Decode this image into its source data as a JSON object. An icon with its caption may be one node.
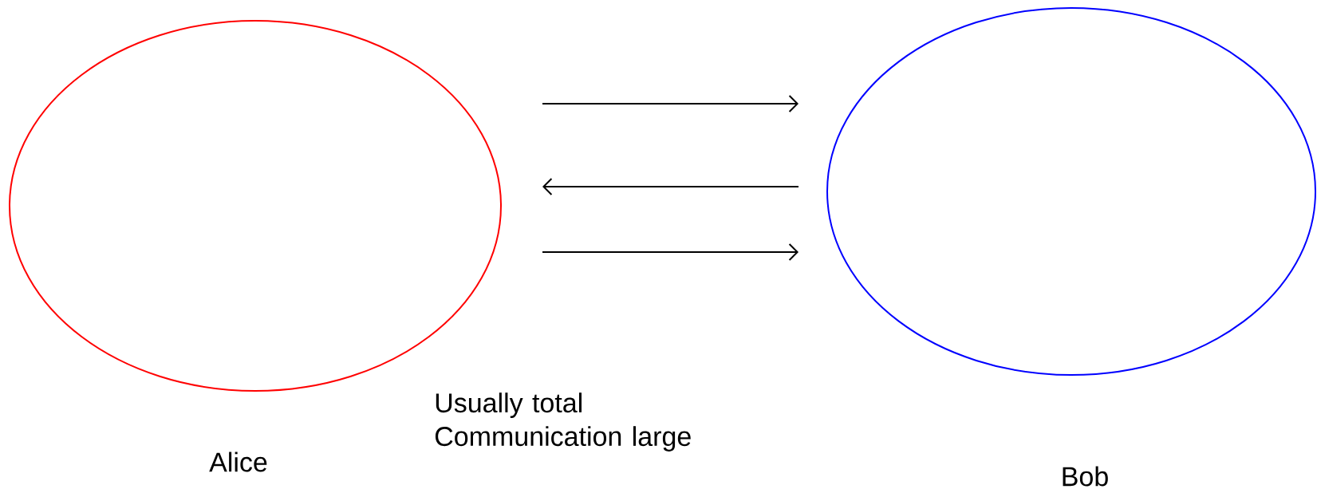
{
  "diagram": {
    "nodes": [
      {
        "text": [
          "Alice"
        ]
      },
      {
        "text": [
          "Bob"
        ]
      }
    ],
    "edges": [
      {
        "from": 0,
        "to": 1,
        "arrow": "to"
      },
      {
        "from": 1,
        "to": 0,
        "arrow": "to"
      },
      {
        "from": 0,
        "to": 1,
        "arrow": "to"
      }
    ],
    "labels": [
      "Usually total Communication large"
    ]
  }
}
